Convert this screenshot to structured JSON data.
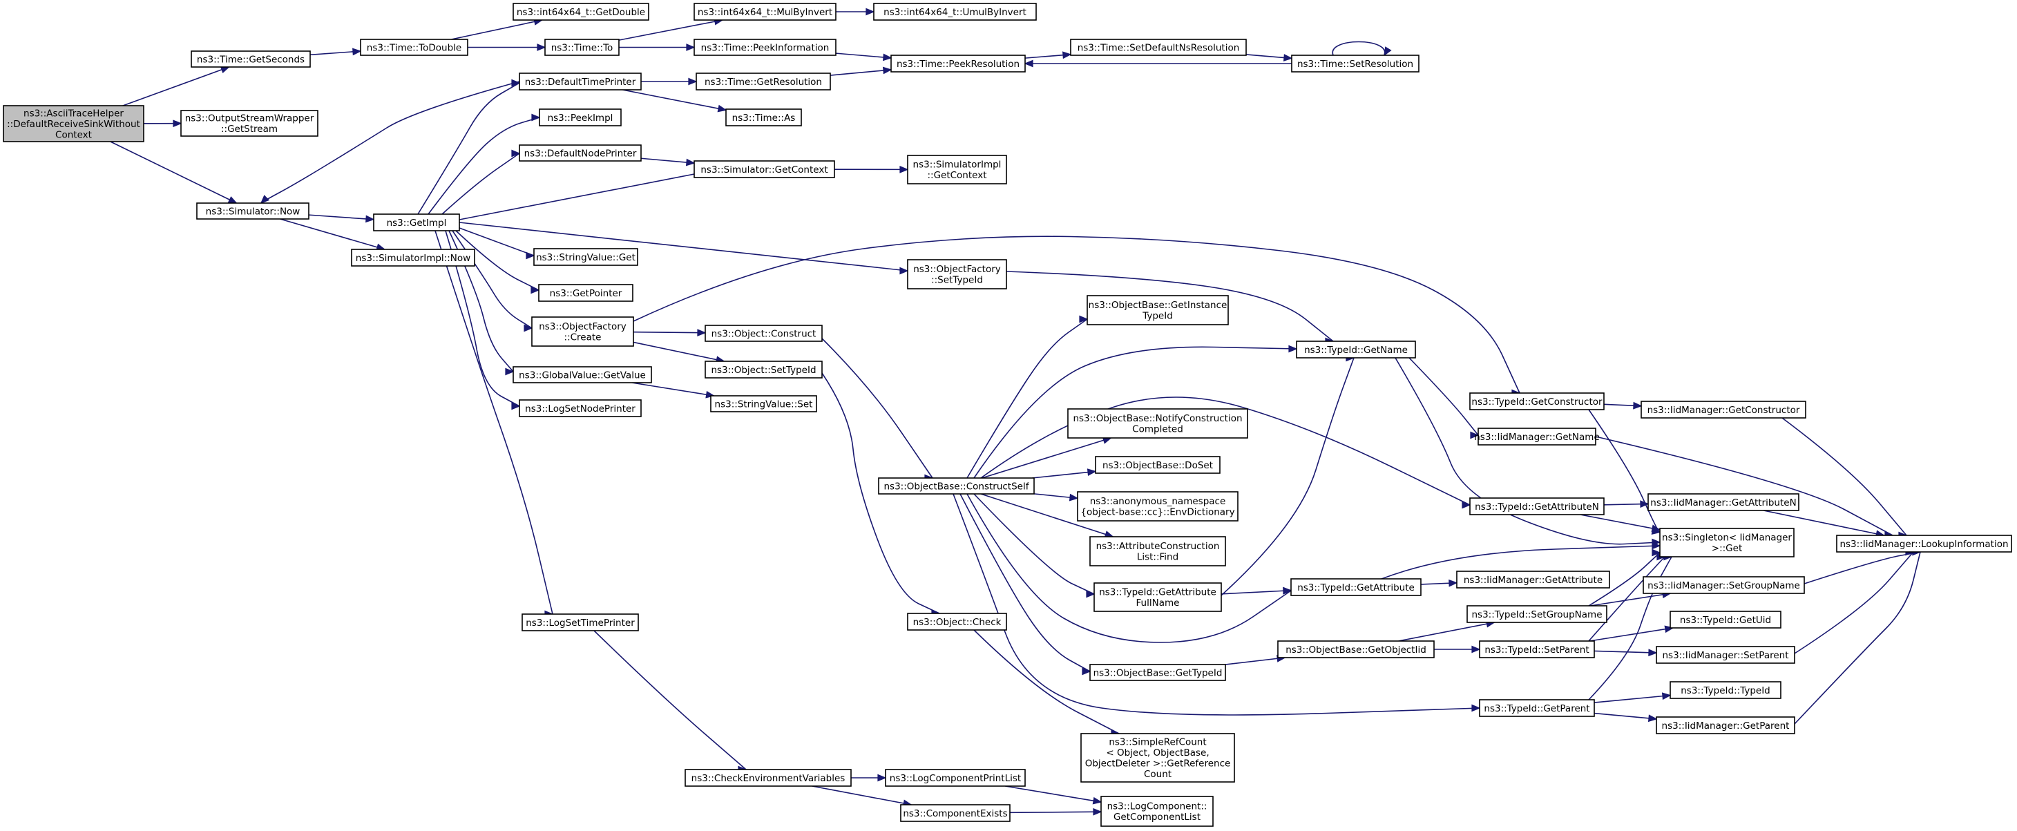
{
  "nodes": [
    {
      "id": "root",
      "lines": [
        "ns3::AsciiTraceHelper",
        "::DefaultReceiveSinkWithout",
        "Context"
      ],
      "selected": true
    },
    {
      "id": "getseconds",
      "lines": [
        "ns3::Time::GetSeconds"
      ]
    },
    {
      "id": "outstream",
      "lines": [
        "ns3::OutputStreamWrapper",
        "::GetStream"
      ]
    },
    {
      "id": "simnow",
      "lines": [
        "ns3::Simulator::Now"
      ]
    },
    {
      "id": "todouble",
      "lines": [
        "ns3::Time::ToDouble"
      ]
    },
    {
      "id": "getdouble",
      "lines": [
        "ns3::int64x64_t::GetDouble"
      ]
    },
    {
      "id": "timeto",
      "lines": [
        "ns3::Time::To"
      ]
    },
    {
      "id": "mulbyinvert",
      "lines": [
        "ns3::int64x64_t::MulByInvert"
      ]
    },
    {
      "id": "umulbyinvert",
      "lines": [
        "ns3::int64x64_t::UmulByInvert"
      ]
    },
    {
      "id": "peekinfo",
      "lines": [
        "ns3::Time::PeekInformation"
      ]
    },
    {
      "id": "peekres",
      "lines": [
        "ns3::Time::PeekResolution"
      ]
    },
    {
      "id": "setdefnsres",
      "lines": [
        "ns3::Time::SetDefaultNsResolution"
      ]
    },
    {
      "id": "setres",
      "lines": [
        "ns3::Time::SetResolution"
      ]
    },
    {
      "id": "deftimeprinter",
      "lines": [
        "ns3::DefaultTimePrinter"
      ]
    },
    {
      "id": "getres",
      "lines": [
        "ns3::Time::GetResolution"
      ]
    },
    {
      "id": "timeas",
      "lines": [
        "ns3::Time::As"
      ]
    },
    {
      "id": "peekimpl",
      "lines": [
        "ns3::PeekImpl"
      ]
    },
    {
      "id": "defnodeprinter",
      "lines": [
        "ns3::DefaultNodePrinter"
      ]
    },
    {
      "id": "getcontext",
      "lines": [
        "ns3::Simulator::GetContext"
      ]
    },
    {
      "id": "simimplgetcontext",
      "lines": [
        "ns3::SimulatorImpl",
        "::GetContext"
      ]
    },
    {
      "id": "getimpl",
      "lines": [
        "ns3::GetImpl"
      ]
    },
    {
      "id": "simimplnow",
      "lines": [
        "ns3::SimulatorImpl::Now"
      ]
    },
    {
      "id": "strvalget",
      "lines": [
        "ns3::StringValue::Get"
      ]
    },
    {
      "id": "getpointer",
      "lines": [
        "ns3::GetPointer"
      ]
    },
    {
      "id": "ofsettypeid",
      "lines": [
        "ns3::ObjectFactory",
        "::SetTypeId"
      ]
    },
    {
      "id": "ofcreate",
      "lines": [
        "ns3::ObjectFactory",
        "::Create"
      ]
    },
    {
      "id": "objconstruct",
      "lines": [
        "ns3::Object::Construct"
      ]
    },
    {
      "id": "objsettypeid",
      "lines": [
        "ns3::Object::SetTypeId"
      ]
    },
    {
      "id": "gvgetvalue",
      "lines": [
        "ns3::GlobalValue::GetValue"
      ]
    },
    {
      "id": "strvalset",
      "lines": [
        "ns3::StringValue::Set"
      ]
    },
    {
      "id": "logsetnodeprinter",
      "lines": [
        "ns3::LogSetNodePrinter"
      ]
    },
    {
      "id": "obgetinsttypeid",
      "lines": [
        "ns3::ObjectBase::GetInstance",
        "TypeId"
      ]
    },
    {
      "id": "tidgetname",
      "lines": [
        "ns3::TypeId::GetName"
      ]
    },
    {
      "id": "obnotify",
      "lines": [
        "ns3::ObjectBase::NotifyConstruction",
        "Completed"
      ]
    },
    {
      "id": "obdoset",
      "lines": [
        "ns3::ObjectBase::DoSet"
      ]
    },
    {
      "id": "obconstructself",
      "lines": [
        "ns3::ObjectBase::ConstructSelf"
      ]
    },
    {
      "id": "envdict",
      "lines": [
        "ns3::anonymous_namespace",
        "{object-base::cc}::EnvDictionary"
      ]
    },
    {
      "id": "attrfind",
      "lines": [
        "ns3::AttributeConstruction",
        "List::Find"
      ]
    },
    {
      "id": "tidgetattrfullname",
      "lines": [
        "ns3::TypeId::GetAttribute",
        "FullName"
      ]
    },
    {
      "id": "tidgetattr",
      "lines": [
        "ns3::TypeId::GetAttribute"
      ]
    },
    {
      "id": "iidgetattr",
      "lines": [
        "ns3::IidManager::GetAttribute"
      ]
    },
    {
      "id": "tidgetconstructor",
      "lines": [
        "ns3::TypeId::GetConstructor"
      ]
    },
    {
      "id": "iidgetconstructor",
      "lines": [
        "ns3::IidManager::GetConstructor"
      ]
    },
    {
      "id": "iidgetname",
      "lines": [
        "ns3::IidManager::GetName"
      ]
    },
    {
      "id": "tidgetattrn",
      "lines": [
        "ns3::TypeId::GetAttributeN"
      ]
    },
    {
      "id": "iidgetattrn",
      "lines": [
        "ns3::IidManager::GetAttributeN"
      ]
    },
    {
      "id": "singletonget",
      "lines": [
        "ns3::Singleton< IidManager",
        ">::Get"
      ]
    },
    {
      "id": "iidlookup",
      "lines": [
        "ns3::IidManager::LookupInformation"
      ]
    },
    {
      "id": "iidsetgroupname",
      "lines": [
        "ns3::IidManager::SetGroupName"
      ]
    },
    {
      "id": "tidsetgroupname",
      "lines": [
        "ns3::TypeId::SetGroupName"
      ]
    },
    {
      "id": "tidgetuid",
      "lines": [
        "ns3::TypeId::GetUid"
      ]
    },
    {
      "id": "obgetobjectiid",
      "lines": [
        "ns3::ObjectBase::GetObjectIid"
      ]
    },
    {
      "id": "tidsetparent",
      "lines": [
        "ns3::TypeId::SetParent"
      ]
    },
    {
      "id": "iidsetparent",
      "lines": [
        "ns3::IidManager::SetParent"
      ]
    },
    {
      "id": "obgettypeid",
      "lines": [
        "ns3::ObjectBase::GetTypeId"
      ]
    },
    {
      "id": "tidtypeid",
      "lines": [
        "ns3::TypeId::TypeId"
      ]
    },
    {
      "id": "tidgetparent",
      "lines": [
        "ns3::TypeId::GetParent"
      ]
    },
    {
      "id": "iidgetparent",
      "lines": [
        "ns3::IidManager::GetParent"
      ]
    },
    {
      "id": "objcheck",
      "lines": [
        "ns3::Object::Check"
      ]
    },
    {
      "id": "logsettimeprinter",
      "lines": [
        "ns3::LogSetTimePrinter"
      ]
    },
    {
      "id": "simplerefcount",
      "lines": [
        "ns3::SimpleRefCount",
        "< Object, ObjectBase,",
        "ObjectDeleter >::GetReference",
        "Count"
      ]
    },
    {
      "id": "checkenv",
      "lines": [
        "ns3::CheckEnvironmentVariables"
      ]
    },
    {
      "id": "logcompprintlist",
      "lines": [
        "ns3::LogComponentPrintList"
      ]
    },
    {
      "id": "compexists",
      "lines": [
        "ns3::ComponentExists"
      ]
    },
    {
      "id": "logcompgetlist",
      "lines": [
        "ns3::LogComponent::",
        "GetComponentList"
      ]
    }
  ],
  "edges": [
    [
      "root",
      "getseconds"
    ],
    [
      "root",
      "outstream"
    ],
    [
      "root",
      "simnow"
    ],
    [
      "getseconds",
      "todouble"
    ],
    [
      "todouble",
      "getdouble"
    ],
    [
      "todouble",
      "timeto"
    ],
    [
      "timeto",
      "mulbyinvert"
    ],
    [
      "mulbyinvert",
      "umulbyinvert"
    ],
    [
      "timeto",
      "peekinfo"
    ],
    [
      "peekinfo",
      "peekres"
    ],
    [
      "peekres",
      "setdefnsres"
    ],
    [
      "setdefnsres",
      "setres"
    ],
    [
      "setres",
      "peekres"
    ],
    [
      "setres",
      "setres"
    ],
    [
      "simnow",
      "getimpl"
    ],
    [
      "simnow",
      "simimplnow"
    ],
    [
      "getimpl",
      "deftimeprinter"
    ],
    [
      "getimpl",
      "peekimpl"
    ],
    [
      "getimpl",
      "defnodeprinter"
    ],
    [
      "getimpl",
      "strvalget"
    ],
    [
      "getimpl",
      "getpointer"
    ],
    [
      "getimpl",
      "ofsettypeid"
    ],
    [
      "getimpl",
      "ofcreate"
    ],
    [
      "getimpl",
      "gvgetvalue"
    ],
    [
      "getimpl",
      "logsetnodeprinter"
    ],
    [
      "getimpl",
      "logsettimeprinter"
    ],
    [
      "deftimeprinter",
      "getres"
    ],
    [
      "deftimeprinter",
      "timeas"
    ],
    [
      "deftimeprinter",
      "simnow"
    ],
    [
      "getres",
      "peekres"
    ],
    [
      "defnodeprinter",
      "getcontext"
    ],
    [
      "getcontext",
      "simimplgetcontext"
    ],
    [
      "getcontext",
      "getimpl"
    ],
    [
      "ofsettypeid",
      "tidgetname"
    ],
    [
      "ofcreate",
      "objconstruct"
    ],
    [
      "ofcreate",
      "objsettypeid"
    ],
    [
      "ofcreate",
      "tidgetconstructor"
    ],
    [
      "gvgetvalue",
      "strvalset"
    ],
    [
      "objconstruct",
      "obconstructself"
    ],
    [
      "objsettypeid",
      "objcheck"
    ],
    [
      "obconstructself",
      "obgetinsttypeid"
    ],
    [
      "obconstructself",
      "tidgetname"
    ],
    [
      "obconstructself",
      "obnotify"
    ],
    [
      "obconstructself",
      "obdoset"
    ],
    [
      "obconstructself",
      "envdict"
    ],
    [
      "obconstructself",
      "attrfind"
    ],
    [
      "obconstructself",
      "tidgetattrfullname"
    ],
    [
      "obconstructself",
      "tidgetattr"
    ],
    [
      "obconstructself",
      "obgettypeid"
    ],
    [
      "obconstructself",
      "tidgetparent"
    ],
    [
      "obconstructself",
      "tidgetattrn"
    ],
    [
      "tidgetattrfullname",
      "tidgetname"
    ],
    [
      "tidgetattrfullname",
      "tidgetattr"
    ],
    [
      "tidgetattr",
      "iidgetattr"
    ],
    [
      "tidgetattr",
      "singletonget"
    ],
    [
      "tidgetname",
      "iidgetname"
    ],
    [
      "tidgetname",
      "singletonget"
    ],
    [
      "iidgetname",
      "iidlookup"
    ],
    [
      "tidgetconstructor",
      "iidgetconstructor"
    ],
    [
      "tidgetconstructor",
      "singletonget"
    ],
    [
      "iidgetconstructor",
      "iidlookup"
    ],
    [
      "tidgetattrn",
      "iidgetattrn"
    ],
    [
      "tidgetattrn",
      "singletonget"
    ],
    [
      "iidgetattrn",
      "iidlookup"
    ],
    [
      "obgettypeid",
      "obgetobjectiid"
    ],
    [
      "obgetobjectiid",
      "tidsetgroupname"
    ],
    [
      "obgetobjectiid",
      "tidsetparent"
    ],
    [
      "tidsetgroupname",
      "iidsetgroupname"
    ],
    [
      "tidsetgroupname",
      "singletonget"
    ],
    [
      "iidsetgroupname",
      "iidlookup"
    ],
    [
      "tidsetparent",
      "tidgetuid"
    ],
    [
      "tidsetparent",
      "iidsetparent"
    ],
    [
      "tidsetparent",
      "singletonget"
    ],
    [
      "iidsetparent",
      "iidlookup"
    ],
    [
      "tidgetparent",
      "tidtypeid"
    ],
    [
      "tidgetparent",
      "iidgetparent"
    ],
    [
      "tidgetparent",
      "singletonget"
    ],
    [
      "iidgetparent",
      "iidlookup"
    ],
    [
      "objcheck",
      "simplerefcount"
    ],
    [
      "logsettimeprinter",
      "checkenv"
    ],
    [
      "checkenv",
      "logcompprintlist"
    ],
    [
      "checkenv",
      "compexists"
    ],
    [
      "logcompprintlist",
      "logcompgetlist"
    ],
    [
      "compexists",
      "logcompgetlist"
    ]
  ]
}
